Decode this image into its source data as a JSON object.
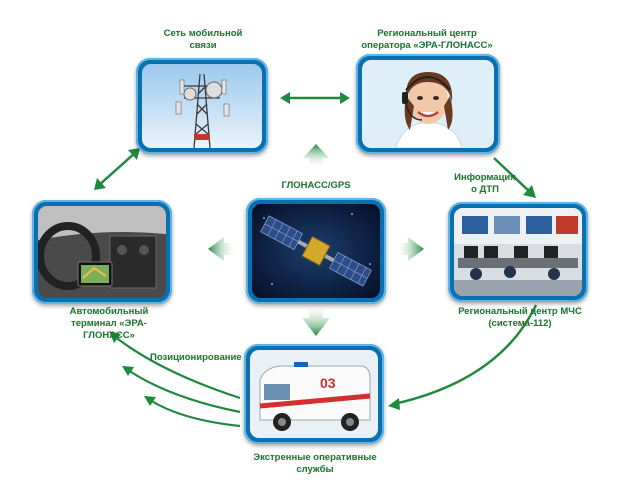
{
  "nodes": {
    "tower": {
      "label": "Сеть мобильной связи"
    },
    "operator": {
      "label": "Региональный центр оператора «ЭРА-ГЛОНАСС»"
    },
    "car": {
      "label": "Автомобильный терминал «ЭРА-ГЛОНАСС»"
    },
    "satellite": {
      "label": "ГЛОНАСС/GPS"
    },
    "emergency": {
      "label": "Региональный центр МЧС (система-112)"
    },
    "ambulance": {
      "label": "Экстренные оперативные службы"
    }
  },
  "edges": {
    "accident_info": "Информация о ДТП",
    "positioning": "Позиционирование"
  },
  "colors": {
    "frame": "#0b6fb0",
    "arrow": "#1f8a3e",
    "label": "#1f7a35"
  }
}
